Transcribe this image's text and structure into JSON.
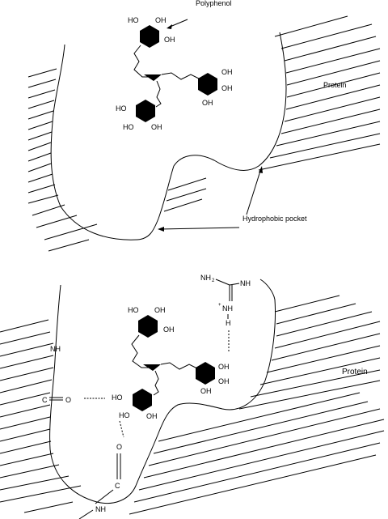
{
  "top_panel": {
    "polyphenol_label": "Polyphenol",
    "protein_label": "Protein",
    "pocket_label": "Hydrophobic pocket",
    "oh": "HO",
    "oh_r": "OH"
  },
  "bottom_panel": {
    "protein_label": "Protein",
    "nh_left": "NH",
    "carbonyl_c": "C",
    "carbonyl_o": "O",
    "bottom_c": "C",
    "bottom_o": "O",
    "bottom_nh": "NH",
    "guan_nh2": "NH",
    "guan_nh2_sub": "2",
    "guan_nh": "NH",
    "guan_plus": "+",
    "guan_nh_plus": "NH",
    "guan_h": "H",
    "oh": "HO",
    "oh_r": "OH"
  }
}
